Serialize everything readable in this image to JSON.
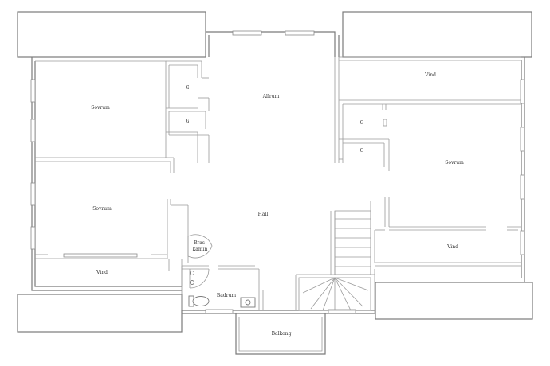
{
  "floorplan": {
    "rooms": {
      "allrum": "Allrum",
      "sovrum_left_top": "Sovrum",
      "sovrum_left_bottom": "Sovrum",
      "sovrum_right": "Sovrum",
      "vind_top_right": "Vind",
      "vind_right": "Vind",
      "vind_left": "Vind",
      "hall": "Hall",
      "brasskamin_line1": "Bras-",
      "brasskamin_line2": "kamin",
      "badrum": "Badrum",
      "balkong": "Balkong",
      "g1": "G",
      "g2": "G",
      "g3": "G",
      "g4": "G"
    },
    "colors": {
      "wall": "#7a7a7a",
      "background": "#ffffff",
      "text": "#333333"
    }
  }
}
